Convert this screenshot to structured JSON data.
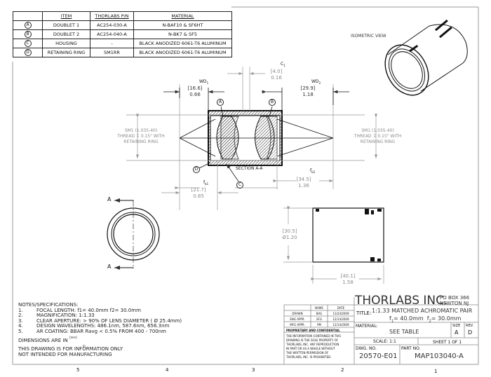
{
  "bom": {
    "headers": [
      "ITEM",
      "THORLABS P/N",
      "MATERIAL"
    ],
    "rows": [
      {
        "id": "A",
        "item": "DOUBLET 1",
        "pn": "AC254-030-A",
        "material": "N-BAF10 & SF6HT"
      },
      {
        "id": "B",
        "item": "DOUBLET 2",
        "pn": "AC254-040-A",
        "material": "N-BK7 & SF5"
      },
      {
        "id": "C",
        "item": "HOUSING",
        "pn": "-",
        "material": "BLACK ANODIZED 6061-T6 ALUMINUM"
      },
      {
        "id": "D",
        "item": "RETAINING RING",
        "pn": "SM1RR",
        "material": "BLACK ANODIZED 6061-T6 ALUMINUM"
      }
    ]
  },
  "views": {
    "isometric_label": "ISOMETRIC VIEW",
    "section_label": "SECTION A-A",
    "section_marker": "A",
    "callouts": [
      "A",
      "B",
      "C",
      "D"
    ],
    "thread_note": [
      "SM1 (1.035-40)",
      "THREAD ↧ 0.15\" WITH",
      "RETAINING RING"
    ]
  },
  "dimensions": {
    "wd1": {
      "label": "WD",
      "sub": "1",
      "mm": "[16.6]",
      "in": "0.66"
    },
    "c1": {
      "label": "C",
      "sub": "1",
      "mm": "[4.0]",
      "in": "0.16"
    },
    "wd2": {
      "label": "WD",
      "sub": "2",
      "mm": "[29.9]",
      "in": "1.18"
    },
    "fb1": {
      "label": "f",
      "sub": "b1",
      "mm": "[21.7]",
      "in": "0.85"
    },
    "fb2": {
      "label": "f",
      "sub": "b2",
      "mm": "[34.5]",
      "in": "1.36"
    },
    "dia": {
      "mm": "[30.5]",
      "in": "Ø1.20"
    },
    "length": {
      "mm": "[40.1]",
      "in": "1.58"
    }
  },
  "notes": {
    "title": "NOTES/SPECIFICATIONS:",
    "items": [
      {
        "n": "1.",
        "text": "FOCAL LENGTH: f1= 40.0mm   f2= 30.0mm"
      },
      {
        "n": "2.",
        "text": "MAGNIFICATION:  1:1.33"
      },
      {
        "n": "3.",
        "text": "CLEAR APERTURE: > 90% OF LENS DIAMETER ( Ø 25.4mm)"
      },
      {
        "n": "4.",
        "text": "DESIGN WAVELENGTHS: 486.1nm, 587.6nm, 656.3nm"
      },
      {
        "n": "5.",
        "text": "AR COATING: BBAR Ravg < 0.5% FROM 400 - 700nm"
      }
    ],
    "units_prefix": "DIMENSIONS ARE IN",
    "units_top": "[mm]",
    "units_bottom": "in",
    "disclaimer1": "THIS DRAWING IS FOR INFORMATION ONLY",
    "disclaimer2": "NOT INTENDED FOR MANUFACTURING"
  },
  "title_block": {
    "company": "THORLABS INC.",
    "address1": "PO BOX 366",
    "address2": "NEWTON NJ",
    "name_header": "NAME",
    "date_header": "DATE",
    "approvals": [
      {
        "role": "DRAWN",
        "name": "BAG",
        "date": "11/24/2009"
      },
      {
        "role": "ENG APPR.",
        "name": "SFG",
        "date": "12/14/2009"
      },
      {
        "role": "MFG APPR.",
        "name": "PM",
        "date": "12/14/2009"
      }
    ],
    "proprietary_title": "PROPRIETARY AND CONFIDENTIAL",
    "proprietary_text": [
      "THE INFORMATION CONTAINED IN THIS",
      "DRAWING IS THE SOLE PROPERTY OF",
      "THORLABS, INC.  ANY REPRODUCTION",
      "IN PART OR AS A WHOLE WITHOUT",
      "THE WRITTEN PERMISSION OF",
      "THORLABS, INC. IS PROHIBITED."
    ],
    "title_label": "TITLE:",
    "title_line1": "1:1.33 MATCHED ACHROMATIC PAIR",
    "title_f1": "f",
    "title_f1_sub": "1",
    "title_f1_val": "= 40.0mm",
    "title_f2": "f",
    "title_f2_sub": "2",
    "title_f2_val": "= 30.0mm",
    "material_label": "MATERIAL:",
    "material_value": "SEE TABLE",
    "size_label": "SIZE",
    "size_value": "A",
    "rev_label": "REV.",
    "rev_value": "D",
    "scale": "SCALE: 1:1",
    "sheet": "SHEET 1 OF 1",
    "dwg_label": "DWG.  NO.",
    "dwg_value": "20570-E01",
    "part_label": "PART  NO.",
    "part_value": "MAP103040-A"
  },
  "zones": [
    "5",
    "4",
    "3",
    "2",
    "1"
  ]
}
